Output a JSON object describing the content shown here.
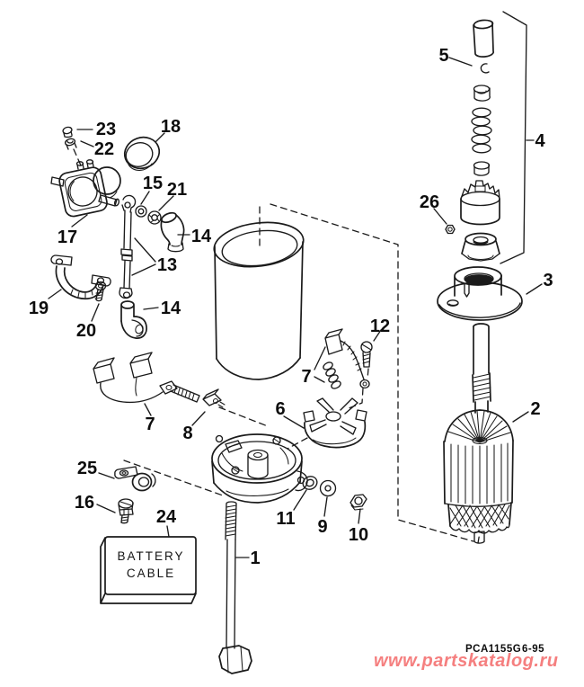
{
  "diagram": {
    "subject": "electric starter exploded parts view",
    "colors": {
      "line": "#1b1b1b",
      "background": "#ffffff",
      "watermark": "#f57f7f"
    }
  },
  "callouts": {
    "c1": {
      "label": "1"
    },
    "c2": {
      "label": "2"
    },
    "c3": {
      "label": "3"
    },
    "c4": {
      "label": "4"
    },
    "c5": {
      "label": "5"
    },
    "c6": {
      "label": "6"
    },
    "c7a": {
      "label": "7"
    },
    "c7b": {
      "label": "7"
    },
    "c8": {
      "label": "8"
    },
    "c9": {
      "label": "9"
    },
    "c10": {
      "label": "10"
    },
    "c11": {
      "label": "11"
    },
    "c12": {
      "label": "12"
    },
    "c13": {
      "label": "13"
    },
    "c14a": {
      "label": "14"
    },
    "c14b": {
      "label": "14"
    },
    "c15": {
      "label": "15"
    },
    "c16": {
      "label": "16"
    },
    "c17": {
      "label": "17"
    },
    "c18": {
      "label": "18"
    },
    "c19": {
      "label": "19"
    },
    "c20": {
      "label": "20"
    },
    "c21": {
      "label": "21"
    },
    "c22": {
      "label": "22"
    },
    "c23": {
      "label": "23"
    },
    "c24": {
      "label": "24"
    },
    "c25": {
      "label": "25"
    },
    "c26": {
      "label": "26"
    }
  },
  "battery_box": {
    "line1": "BATTERY",
    "line2": "CABLE"
  },
  "footer": {
    "code": "PCA1155G",
    "date": "6-95"
  },
  "watermark": {
    "text": "www.partskatalog.ru",
    "color": "#f57f7f"
  }
}
